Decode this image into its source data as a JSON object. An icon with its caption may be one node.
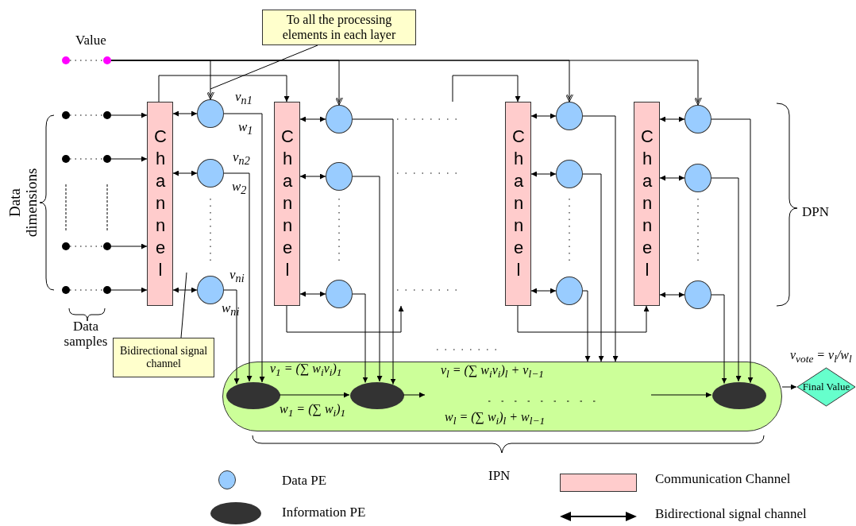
{
  "diagram": {
    "nodes": [
      {
        "text": [
          "To all the processing elements in each layer"
        ]
      },
      {
        "text": [],
        "shape": "circle"
      },
      {
        "text": [],
        "shape": "circle"
      },
      {
        "text": [],
        "shape": "circle"
      },
      {
        "text": [],
        "shape": "circle"
      },
      {
        "text": [],
        "shape": "circle"
      },
      {
        "text": [],
        "shape": "circle"
      },
      {
        "text": [],
        "shape": "circle"
      },
      {
        "text": [],
        "shape": "circle"
      },
      {
        "text": [],
        "shape": "circle"
      },
      {
        "text": [],
        "shape": "circle"
      },
      {
        "text": [
          "Channel"
        ]
      },
      {
        "text": [],
        "shape": "circle",
        "beside": [
          "v$_{n1}$",
          "w$_{1}$"
        ]
      },
      {
        "text": [],
        "shape": "circle",
        "beside": [
          "v$_{n2}$",
          "w$_{2}$"
        ]
      },
      {
        "text": [],
        "shape": "circle",
        "beside": [
          "v$_{ni}$",
          "w$_{ni}$"
        ]
      },
      {
        "text": [
          "Channel"
        ]
      },
      {
        "text": [],
        "shape": "circle"
      },
      {
        "text": [],
        "shape": "circle"
      },
      {
        "text": [],
        "shape": "circle"
      },
      {
        "text": [
          "Channel"
        ]
      },
      {
        "text": [],
        "shape": "circle"
      },
      {
        "text": [],
        "shape": "circle"
      },
      {
        "text": [],
        "shape": "circle"
      },
      {
        "text": [
          "Channel"
        ]
      },
      {
        "text": [],
        "shape": "circle"
      },
      {
        "text": [],
        "shape": "circle"
      },
      {
        "text": [],
        "shape": "circle"
      },
      {
        "text": [
          "Bidirectional signal channel"
        ]
      },
      {
        "text": [],
        "shape": "box"
      },
      {
        "text": [],
        "shape": "ellipse",
        "in": 28
      },
      {
        "text": [],
        "shape": "ellipse",
        "in": 28
      },
      {
        "text": [],
        "shape": "ellipse",
        "in": 28
      },
      {
        "text": [
          "Final Value"
        ]
      }
    ],
    "edges": [
      {
        "from": 1,
        "to": 2,
        "arrow": "none",
        "style": "dashed"
      },
      {
        "from": 2,
        "to": 12,
        "arrow": "to"
      },
      {
        "from": 2,
        "to": 16,
        "arrow": "to"
      },
      {
        "from": 2,
        "to": 20,
        "arrow": "to"
      },
      {
        "from": 2,
        "to": 24,
        "arrow": "to"
      },
      {
        "from": 0,
        "to": null,
        "arrow": "none"
      },
      {
        "from": 3,
        "to": 7,
        "arrow": "none",
        "style": "dashed"
      },
      {
        "from": 4,
        "to": 8,
        "arrow": "none",
        "style": "dashed"
      },
      {
        "from": 5,
        "to": 9,
        "arrow": "none",
        "style": "dashed"
      },
      {
        "from": 6,
        "to": 10,
        "arrow": "none",
        "style": "dashed"
      },
      {
        "from": 7,
        "to": 11,
        "arrow": "to"
      },
      {
        "from": 8,
        "to": 11,
        "arrow": "to"
      },
      {
        "from": 9,
        "to": 11,
        "arrow": "to"
      },
      {
        "from": 10,
        "to": 11,
        "arrow": "to"
      },
      {
        "from": 11,
        "to": 12,
        "arrow": "both"
      },
      {
        "from": 11,
        "to": 13,
        "arrow": "both"
      },
      {
        "from": 11,
        "to": 14,
        "arrow": "both"
      },
      {
        "from": 15,
        "to": 16,
        "arrow": "both"
      },
      {
        "from": 15,
        "to": 17,
        "arrow": "both"
      },
      {
        "from": 15,
        "to": 18,
        "arrow": "both"
      },
      {
        "from": 19,
        "to": 20,
        "arrow": "both"
      },
      {
        "from": 19,
        "to": 21,
        "arrow": "both"
      },
      {
        "from": 19,
        "to": 22,
        "arrow": "both"
      },
      {
        "from": 23,
        "to": 24,
        "arrow": "both"
      },
      {
        "from": 23,
        "to": 25,
        "arrow": "both"
      },
      {
        "from": 23,
        "to": 26,
        "arrow": "both"
      },
      {
        "from": 11,
        "to": 15,
        "arrow": "to"
      },
      {
        "from": 15,
        "to": null,
        "arrow": "to"
      },
      {
        "from": null,
        "to": 19,
        "arrow": "to"
      },
      {
        "from": 19,
        "to": 23,
        "arrow": "to"
      },
      {
        "from": 27,
        "to": null,
        "arrow": "none"
      },
      {
        "from": 12,
        "to": 29,
        "arrow": "to"
      },
      {
        "from": 13,
        "to": 29,
        "arrow": "to"
      },
      {
        "from": 14,
        "to": 29,
        "arrow": "to"
      },
      {
        "from": 16,
        "to": 30,
        "arrow": "to"
      },
      {
        "from": 17,
        "to": 30,
        "arrow": "to"
      },
      {
        "from": 18,
        "to": 30,
        "arrow": "to"
      },
      {
        "from": 20,
        "to": 28,
        "arrow": "to"
      },
      {
        "from": 21,
        "to": 28,
        "arrow": "to"
      },
      {
        "from": 22,
        "to": 28,
        "arrow": "to"
      },
      {
        "from": 24,
        "to": 31,
        "arrow": "to"
      },
      {
        "from": 25,
        "to": 31,
        "arrow": "to"
      },
      {
        "from": 26,
        "to": 31,
        "arrow": "to"
      },
      {
        "from": 29,
        "to": 30,
        "arrow": "to"
      },
      {
        "from": 30,
        "to": null,
        "arrow": "to"
      },
      {
        "from": null,
        "to": 31,
        "arrow": "to"
      },
      {
        "from": 28,
        "to": 32,
        "arrow": "to"
      }
    ],
    "labels": [
      "Value",
      "Data dimensions",
      "Data samples",
      "DPN",
      "v$_{1}$ = (∑ w$_{i}$v$_{i}$)$_{1}$",
      "w$_{1}$ = (∑ w$_{i}$)$_{1}$",
      "v$_{l}$ = (∑ w$_{i}$v$_{i}$)$_{l}$ + v$_{l−1}$",
      "w$_{l}$ = (∑ w$_{i}$)$_{l}$ + w$_{l−1}$",
      "v$_{vote}$ = v$_{l}$/w$_{l}$",
      "IPN"
    ],
    "legend": [
      {
        "text": "Data PE"
      },
      {
        "text": "Information PE"
      },
      {
        "text": "Communication Channel",
        "color": "#ffcccc"
      },
      {
        "text": "Bidirectional signal channel"
      }
    ]
  }
}
